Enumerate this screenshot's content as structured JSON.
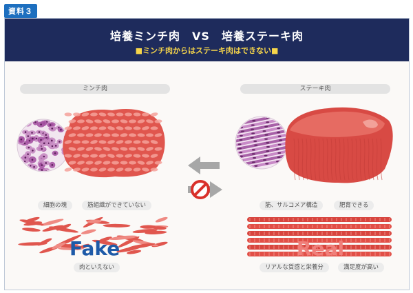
{
  "doc_tag": "資料３",
  "banner": {
    "title": "培養ミンチ肉　VS　培養ステーキ肉",
    "subtitle": "■ミンチ肉からはステーキ肉はできない■"
  },
  "left": {
    "header": "ミンチ肉",
    "captions": [
      "細胞の塊",
      "筋組織ができていない"
    ],
    "big_label": "Fake",
    "bottom_caption": "肉といえない"
  },
  "right": {
    "header": "ステーキ肉",
    "captions": [
      "筋、サルコメア構造",
      "肥育できる"
    ],
    "big_label": "Real",
    "bottom_caption_1": "リアルな質感と栄養分",
    "bottom_caption_2": "満足度が高い"
  },
  "colors": {
    "banner": "#1e2b5c",
    "subtitle": "#f6d54a",
    "meat": "#e0564e",
    "meat_light": "#f08078",
    "fake_text": "#1e5aa8",
    "real_text": "#f07f7a",
    "cell_purple": "#9d4b9a",
    "arrow_gray": "#b0b0b0"
  }
}
